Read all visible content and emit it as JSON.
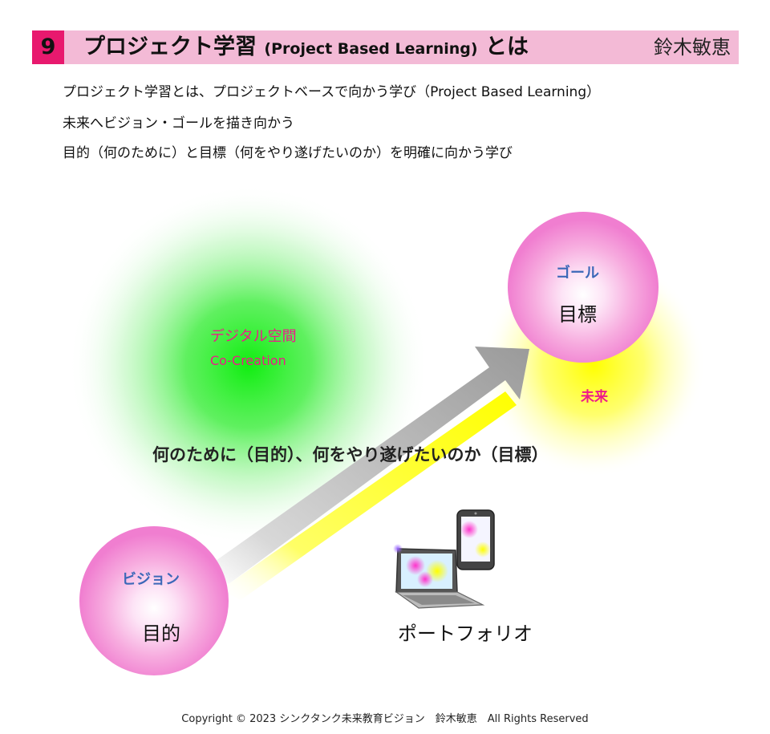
{
  "header": {
    "chapter_number": "9",
    "title_main": "プロジェクト学習",
    "title_sub": "(Project Based Learning)",
    "title_tail": "とは",
    "author": "鈴木敏恵",
    "bar_color": "#f3bad6",
    "number_color": "#e8196e"
  },
  "intro": {
    "line1": "プロジェクト学習とは、プロジェクトベースで向かう学び（Project Based Learning）",
    "line2": "未来へビジョン・ゴールを描き向かう",
    "line3": "目的（何のために）と目標（何をやり遂げたいのか）を明確に向かう学び"
  },
  "diagram": {
    "digital_space": "デジタル空間",
    "co_creation": "Co-Creation",
    "goal": "ゴール",
    "target": "目標",
    "future": "未来",
    "purpose_question": "何のために（目的）、何をやり遂げたいのか（目標）",
    "vision": "ビジョン",
    "purpose": "目的",
    "portfolio": "ポートフォリオ",
    "colors": {
      "digital_glow": "#22ee22",
      "future_glow": "#ffff33",
      "sphere_pink": "#f48fd8",
      "arrow_gray": "#9b9b9b",
      "arrow_yellow": "#ffff00",
      "pink_text": "#ee1a8a",
      "blue_text": "#3c68b8"
    },
    "icons": [
      "laptop-icon",
      "smartphone-icon"
    ]
  },
  "footer": {
    "copyright": "Copyright  © 2023   シンクタンク未来教育ビジョン　鈴木敏恵　All Rights Reserved"
  }
}
